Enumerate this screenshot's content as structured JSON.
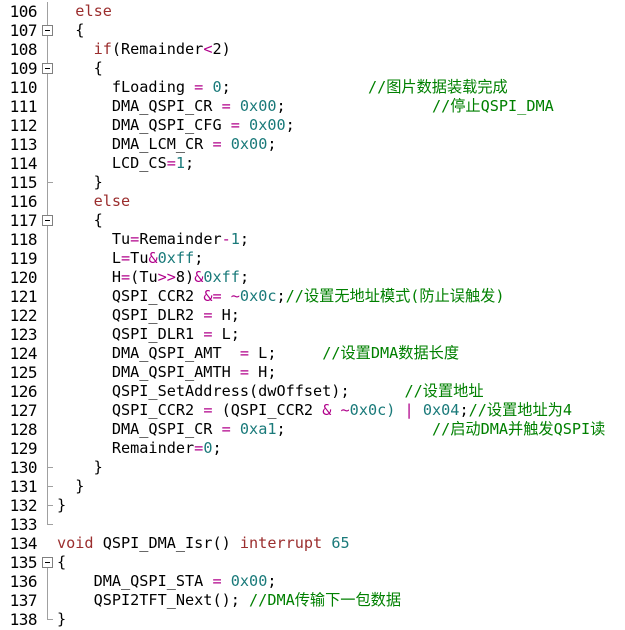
{
  "colors": {
    "plain": "#000000",
    "keyword": "#9b2e2e",
    "number": "#1a7a7a",
    "operator": "#b0008a",
    "comment": "#008000",
    "gutter_text": "#000000"
  },
  "lines": [
    {
      "num": "106",
      "fold": "line",
      "segs": [
        [
          "  ",
          "p"
        ],
        [
          "else",
          "k"
        ]
      ]
    },
    {
      "num": "107",
      "fold": "box",
      "segs": [
        [
          "  ",
          "p"
        ],
        [
          "{",
          "p"
        ]
      ]
    },
    {
      "num": "108",
      "fold": "line",
      "segs": [
        [
          "    ",
          "p"
        ],
        [
          "if",
          "k"
        ],
        [
          "(Remainder",
          "p"
        ],
        [
          "<",
          "o"
        ],
        [
          "2)",
          "p"
        ]
      ]
    },
    {
      "num": "109",
      "fold": "box",
      "segs": [
        [
          "    ",
          "p"
        ],
        [
          "{",
          "p"
        ]
      ]
    },
    {
      "num": "110",
      "fold": "line",
      "segs": [
        [
          "      fLoading ",
          "p"
        ],
        [
          "=",
          "o"
        ],
        [
          " ",
          "p"
        ],
        [
          "0",
          "n"
        ],
        [
          ";               ",
          "p"
        ],
        [
          "//图片数据装载完成",
          "c"
        ]
      ]
    },
    {
      "num": "111",
      "fold": "line",
      "segs": [
        [
          "      DMA_QSPI_CR ",
          "p"
        ],
        [
          "=",
          "o"
        ],
        [
          " ",
          "p"
        ],
        [
          "0x00",
          "n"
        ],
        [
          ";                ",
          "p"
        ],
        [
          "//停止QSPI_DMA",
          "c"
        ]
      ]
    },
    {
      "num": "112",
      "fold": "line",
      "segs": [
        [
          "      DMA_QSPI_CFG ",
          "p"
        ],
        [
          "=",
          "o"
        ],
        [
          " ",
          "p"
        ],
        [
          "0x00",
          "n"
        ],
        [
          ";",
          "p"
        ]
      ]
    },
    {
      "num": "113",
      "fold": "line",
      "segs": [
        [
          "      DMA_LCM_CR ",
          "p"
        ],
        [
          "=",
          "o"
        ],
        [
          " ",
          "p"
        ],
        [
          "0x00",
          "n"
        ],
        [
          ";",
          "p"
        ]
      ]
    },
    {
      "num": "114",
      "fold": "line",
      "segs": [
        [
          "      LCD_CS",
          "p"
        ],
        [
          "=",
          "o"
        ],
        [
          "1",
          "n"
        ],
        [
          ";",
          "p"
        ]
      ]
    },
    {
      "num": "115",
      "fold": "end",
      "segs": [
        [
          "    }",
          "p"
        ]
      ]
    },
    {
      "num": "116",
      "fold": "line",
      "segs": [
        [
          "    ",
          "p"
        ],
        [
          "else",
          "k"
        ]
      ]
    },
    {
      "num": "117",
      "fold": "box",
      "segs": [
        [
          "    {",
          "p"
        ]
      ]
    },
    {
      "num": "118",
      "fold": "line",
      "segs": [
        [
          "      Tu",
          "p"
        ],
        [
          "=",
          "o"
        ],
        [
          "Remainder",
          "p"
        ],
        [
          "-",
          "o"
        ],
        [
          "1",
          "n"
        ],
        [
          ";",
          "p"
        ]
      ]
    },
    {
      "num": "119",
      "fold": "line",
      "segs": [
        [
          "      L",
          "p"
        ],
        [
          "=",
          "o"
        ],
        [
          "Tu",
          "p"
        ],
        [
          "&",
          "o"
        ],
        [
          "0xff",
          "n"
        ],
        [
          ";",
          "p"
        ]
      ]
    },
    {
      "num": "120",
      "fold": "line",
      "segs": [
        [
          "      H",
          "p"
        ],
        [
          "=",
          "o"
        ],
        [
          "(Tu",
          "p"
        ],
        [
          ">>",
          "o"
        ],
        [
          "8)",
          "p"
        ],
        [
          "&",
          "o"
        ],
        [
          "0xff",
          "n"
        ],
        [
          ";",
          "p"
        ]
      ]
    },
    {
      "num": "121",
      "fold": "line",
      "segs": [
        [
          "      QSPI_CCR2 ",
          "p"
        ],
        [
          "&=",
          "o"
        ],
        [
          " ",
          "p"
        ],
        [
          "~",
          "o"
        ],
        [
          "0x0c",
          "n"
        ],
        [
          ";",
          "p"
        ],
        [
          "//设置无地址模式(防止误触发)",
          "c"
        ]
      ]
    },
    {
      "num": "122",
      "fold": "line",
      "segs": [
        [
          "      QSPI_DLR2 ",
          "p"
        ],
        [
          "=",
          "o"
        ],
        [
          " H;",
          "p"
        ]
      ]
    },
    {
      "num": "123",
      "fold": "line",
      "segs": [
        [
          "      QSPI_DLR1 ",
          "p"
        ],
        [
          "=",
          "o"
        ],
        [
          " L;",
          "p"
        ]
      ]
    },
    {
      "num": "124",
      "fold": "line",
      "segs": [
        [
          "      DMA_QSPI_AMT  ",
          "p"
        ],
        [
          "=",
          "o"
        ],
        [
          " L;     ",
          "p"
        ],
        [
          "//设置DMA数据长度",
          "c"
        ]
      ]
    },
    {
      "num": "125",
      "fold": "line",
      "segs": [
        [
          "      DMA_QSPI_AMTH ",
          "p"
        ],
        [
          "=",
          "o"
        ],
        [
          " H;",
          "p"
        ]
      ]
    },
    {
      "num": "126",
      "fold": "line",
      "segs": [
        [
          "      QSPI_SetAddress(dwOffset);      ",
          "p"
        ],
        [
          "//设置地址",
          "c"
        ]
      ]
    },
    {
      "num": "127",
      "fold": "line",
      "segs": [
        [
          "      QSPI_CCR2 ",
          "p"
        ],
        [
          "=",
          "o"
        ],
        [
          " (QSPI_CCR2 ",
          "p"
        ],
        [
          "&",
          "o"
        ],
        [
          " ",
          "p"
        ],
        [
          "~",
          "o"
        ],
        [
          "0x0c) ",
          "n"
        ],
        [
          "|",
          "o"
        ],
        [
          " ",
          "p"
        ],
        [
          "0x04",
          "n"
        ],
        [
          ";",
          "p"
        ],
        [
          "//设置地址为4",
          "c"
        ]
      ]
    },
    {
      "num": "128",
      "fold": "line",
      "segs": [
        [
          "      DMA_QSPI_CR ",
          "p"
        ],
        [
          "=",
          "o"
        ],
        [
          " ",
          "p"
        ],
        [
          "0xa1",
          "n"
        ],
        [
          ";                ",
          "p"
        ],
        [
          "//启动DMA并触发QSPI读",
          "c"
        ]
      ]
    },
    {
      "num": "129",
      "fold": "line",
      "segs": [
        [
          "      Remainder",
          "p"
        ],
        [
          "=",
          "o"
        ],
        [
          "0",
          "n"
        ],
        [
          ";",
          "p"
        ]
      ]
    },
    {
      "num": "130",
      "fold": "end",
      "segs": [
        [
          "    }",
          "p"
        ]
      ]
    },
    {
      "num": "131",
      "fold": "end",
      "segs": [
        [
          "  }",
          "p"
        ]
      ]
    },
    {
      "num": "132",
      "fold": "end",
      "segs": [
        [
          "}",
          "p"
        ]
      ]
    },
    {
      "num": "133",
      "fold": "endlast",
      "segs": []
    },
    {
      "num": "134",
      "fold": "none",
      "segs": [
        [
          "void",
          "k"
        ],
        [
          " QSPI_DMA_Isr() ",
          "p"
        ],
        [
          "interrupt",
          "k"
        ],
        [
          " ",
          "p"
        ],
        [
          "65",
          "n"
        ]
      ]
    },
    {
      "num": "135",
      "fold": "boxtop",
      "segs": [
        [
          "{",
          "p"
        ]
      ]
    },
    {
      "num": "136",
      "fold": "line",
      "segs": [
        [
          "    DMA_QSPI_STA ",
          "p"
        ],
        [
          "=",
          "o"
        ],
        [
          " ",
          "p"
        ],
        [
          "0x00",
          "n"
        ],
        [
          ";",
          "p"
        ]
      ]
    },
    {
      "num": "137",
      "fold": "line",
      "segs": [
        [
          "    QSPI2TFT_Next(); ",
          "p"
        ],
        [
          "//DMA传输下一包数据",
          "c"
        ]
      ]
    },
    {
      "num": "138",
      "fold": "endlast",
      "segs": [
        [
          "}",
          "p"
        ]
      ]
    }
  ]
}
